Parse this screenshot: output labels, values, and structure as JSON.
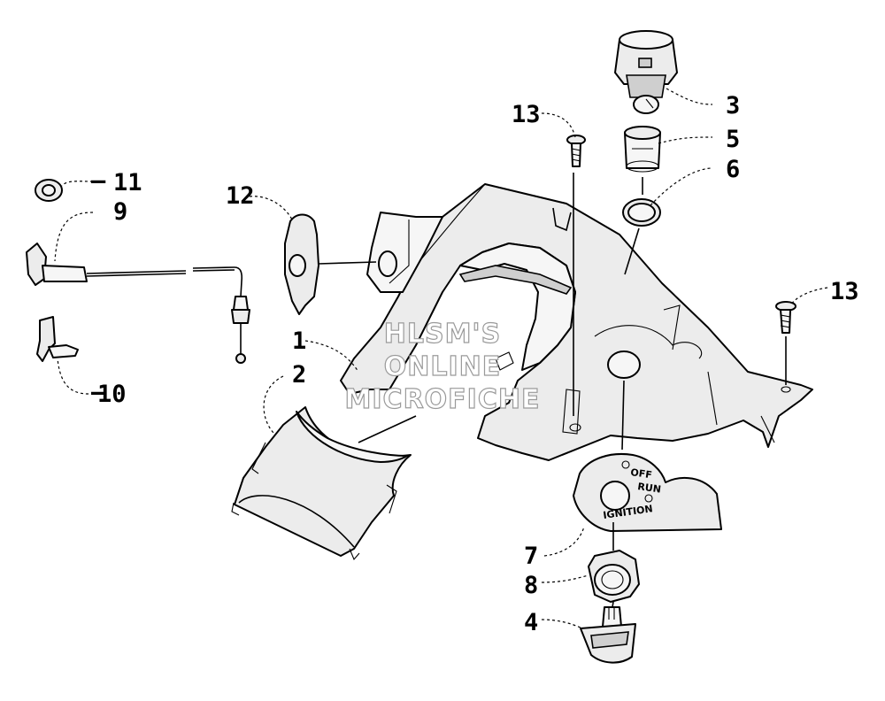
{
  "watermark": {
    "line1": "HLSM'S",
    "line2": "ONLINE",
    "line3": "MICROFICHE"
  },
  "switch_plate": {
    "off": "OFF",
    "run": "RUN",
    "ignition": "IGNITION"
  },
  "callouts": {
    "c1": "1",
    "c2": "2",
    "c3": "3",
    "c4": "4",
    "c5": "5",
    "c6": "6",
    "c7": "7",
    "c8": "8",
    "c9": "9",
    "c10": "10",
    "c11": "11",
    "c12": "12",
    "c13a": "13",
    "c13b": "13"
  }
}
